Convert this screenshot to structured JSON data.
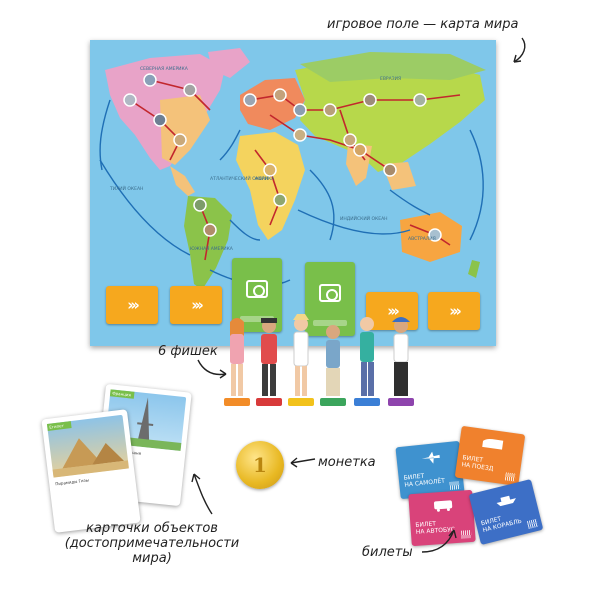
{
  "labels": {
    "board": "игровое поле — карта мира",
    "figures": "6 фишек",
    "coin": "монетка",
    "cards_line1": "карточки объектов",
    "cards_line2": "(достопримечательности",
    "cards_line3": "мира)",
    "tickets": "билеты"
  },
  "map": {
    "pads": [
      "›››",
      "›››",
      "›››",
      "›››"
    ],
    "region_names": [
      "СЕВЕРНАЯ АМЕРИКА",
      "ЕВРАЗИЯ",
      "АФРИКА",
      "ЮЖНАЯ АМЕРИКА",
      "АВСТРАЛИЯ",
      "ТИХИЙ ОКЕАН",
      "АТЛАНТИЧЕСКИЙ ОКЕАН",
      "ИНДИЙСКИЙ ОКЕАН"
    ]
  },
  "coin": {
    "symbol": "1"
  },
  "tickets": [
    {
      "line1": "БИЛЕТ",
      "line2": "НА САМОЛЁТ",
      "color": "#3f92cf",
      "icon": "plane-icon"
    },
    {
      "line1": "БИЛЕТ",
      "line2": "НА ПОЕЗД",
      "color": "#f0812d",
      "icon": "train-icon"
    },
    {
      "line1": "БИЛЕТ",
      "line2": "НА АВТОБУС",
      "color": "#d9437a",
      "icon": "bus-icon"
    },
    {
      "line1": "БИЛЕТ",
      "line2": "НА КОРАБЛЬ",
      "color": "#3d6fc6",
      "icon": "ship-icon"
    }
  ],
  "object_cards": [
    {
      "tag": "Франция",
      "name": "Эйфелева башня"
    },
    {
      "tag": "Египет",
      "name": "Пирамиды Гизы"
    }
  ],
  "colors": {
    "ocean": "#7fc7ea",
    "route": "#c2272d",
    "sea_route": "#1f6fb5",
    "arrow_pad": "#f6a81e",
    "photo_card": "#79bf4a"
  }
}
